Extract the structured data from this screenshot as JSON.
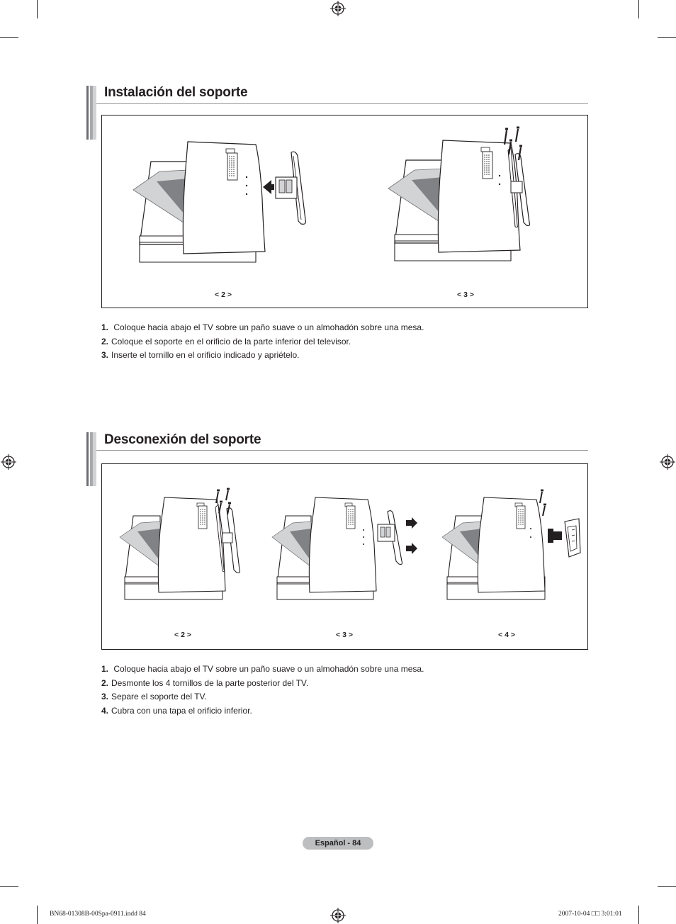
{
  "sections": [
    {
      "title": "Instalación del soporte",
      "figure_labels": [
        "< 2 >",
        "< 3 >"
      ],
      "steps": [
        {
          "num": "1.",
          "text": "Coloque hacia abajo el TV sobre un paño suave o un almohadón sobre una mesa."
        },
        {
          "num": "2.",
          "text": "Coloque el soporte en el orificio de la parte inferior del televisor."
        },
        {
          "num": "3.",
          "text": "Inserte el tornillo en el orificio indicado y apriételo."
        }
      ]
    },
    {
      "title": "Desconexión del soporte",
      "figure_labels": [
        "< 2 >",
        "< 3 >",
        "< 4 >"
      ],
      "steps": [
        {
          "num": "1.",
          "text": "Coloque hacia abajo el TV sobre un paño suave o un almohadón sobre una mesa."
        },
        {
          "num": "2.",
          "text": "Desmonte los 4 tornillos de la parte posterior del TV."
        },
        {
          "num": "3.",
          "text": "Separe el soporte del TV."
        },
        {
          "num": "4.",
          "text": "Cubra con una tapa el orificio inferior."
        }
      ]
    }
  ],
  "footer": {
    "page_label": "Español - 84",
    "slug_file": "BN68-01308B-00Spa-0911.indd   84",
    "slug_date": "2007-10-04   □□ 3:01:01"
  },
  "icons": {
    "registration_mark": "registration-mark-icon",
    "arrow": "arrow-icon",
    "screw": "screw-icon"
  }
}
